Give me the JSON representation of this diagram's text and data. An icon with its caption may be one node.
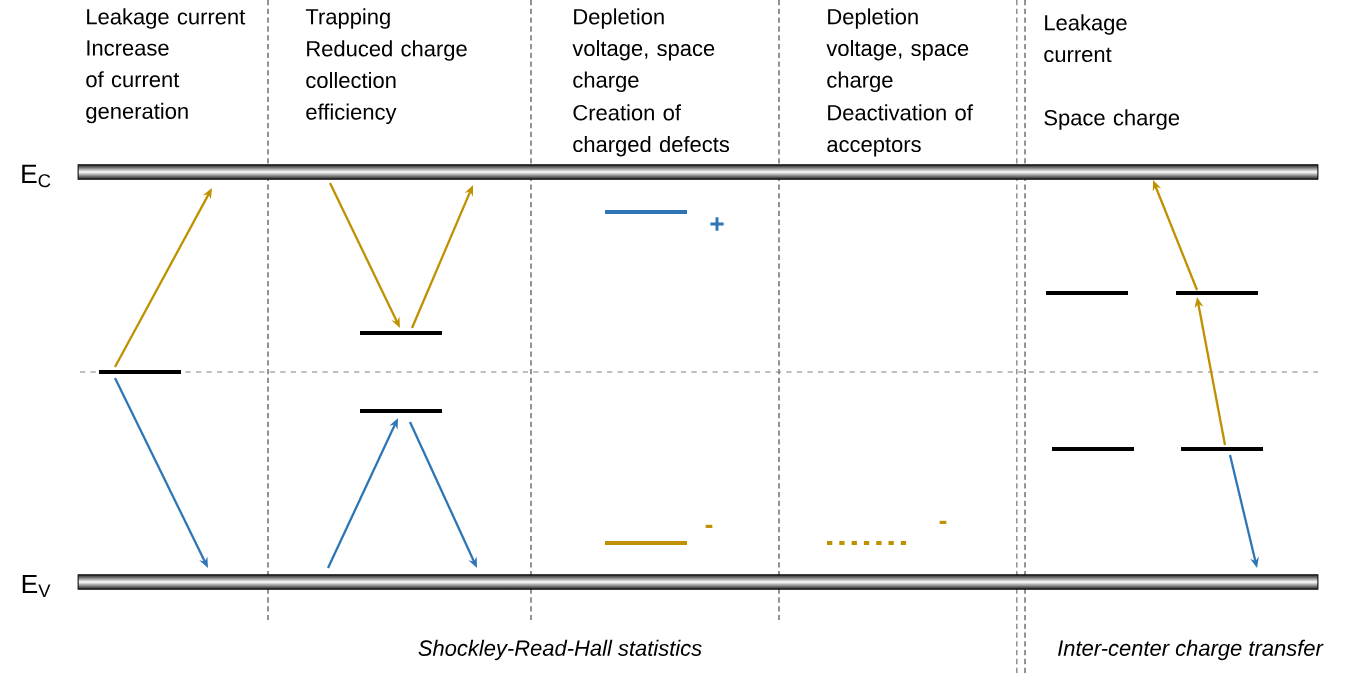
{
  "diagram": {
    "nodes": [
      {
        "text": [],
        "shape": "bar",
        "beside": [
          "E$_{C}$"
        ]
      },
      {
        "text": [],
        "shape": "bar",
        "beside": [
          "E$_{V}$"
        ]
      },
      {
        "text": [],
        "shape": "bar"
      },
      {
        "text": [],
        "shape": "bar"
      },
      {
        "text": [],
        "shape": "bar"
      },
      {
        "text": [],
        "shape": "bar",
        "beside": [
          "+"
        ]
      },
      {
        "text": [],
        "shape": "bar",
        "beside": [
          "-"
        ]
      },
      {
        "text": [],
        "shape": "bar",
        "beside": [
          "-"
        ]
      },
      {
        "text": [],
        "shape": "bar"
      },
      {
        "text": [],
        "shape": "bar"
      },
      {
        "text": [],
        "shape": "bar"
      },
      {
        "text": [],
        "shape": "bar"
      }
    ],
    "edges": [
      {
        "from": 2,
        "to": 0,
        "arrow": "to"
      },
      {
        "from": 2,
        "to": 1,
        "arrow": "to",
        "color": "#2e75b6"
      },
      {
        "from": 0,
        "to": 3,
        "arrow": "to"
      },
      {
        "from": 3,
        "to": 0,
        "arrow": "to"
      },
      {
        "from": 1,
        "to": 4,
        "arrow": "to",
        "color": "#2e75b6"
      },
      {
        "from": 4,
        "to": 1,
        "arrow": "to",
        "color": "#2e75b6"
      },
      {
        "from": 11,
        "to": 9,
        "arrow": "to"
      },
      {
        "from": 9,
        "to": 0,
        "arrow": "to"
      },
      {
        "from": 11,
        "to": 1,
        "arrow": "to",
        "color": "#2e75b6"
      }
    ],
    "labels": [
      "Leakage current",
      "Increase of current generation",
      "Trapping",
      "Reduced charge collection efficiency",
      "Depletion voltage, space charge",
      "Creation of charged defects",
      "Depletion voltage, space charge",
      "Deactivation of acceptors",
      "Leakage current",
      "Space charge",
      "Shockley-Read-Hall statistics",
      "Inter-center charge transfer"
    ]
  }
}
